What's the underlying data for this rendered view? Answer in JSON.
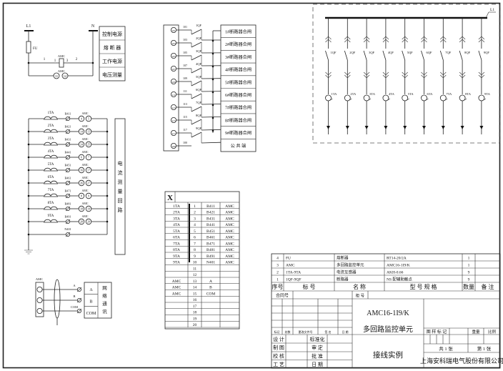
{
  "power": {
    "l1": "L1",
    "n": "N",
    "fu": "FU",
    "amc": "AMC",
    "wire1": "1",
    "wire2": "2",
    "pin1": "1",
    "pin3": "3",
    "t11": "11",
    "t12": "12",
    "labels": [
      "控制电源",
      "熔 断 器",
      "工作电源",
      "电压测量"
    ]
  },
  "relay": {
    "terminals": [
      "101",
      "103",
      "105",
      "107",
      "109",
      "111",
      "113",
      "115",
      "117",
      "100"
    ],
    "switches": [
      "1QF",
      "2QF",
      "3QF",
      "4QF",
      "5QF",
      "6QF",
      "7QF",
      "8QF",
      "9QF"
    ],
    "outputs": [
      "1#断路器合闸",
      "2#断路器合闸",
      "3#断路器合闸",
      "4#断路器合闸",
      "5#断路器合闸",
      "6#断路器合闸",
      "7#断路器合闸",
      "8#断路器合闸",
      "9#断路器合闸",
      "公 共 端"
    ]
  },
  "feeder": {
    "bus": "L1",
    "breakers": [
      "1QF",
      "2QF",
      "3QF",
      "4QF",
      "5QF",
      "6QF",
      "7QF",
      "8QF",
      "9QF"
    ],
    "cts": [
      "1TA",
      "2TA",
      "3TA",
      "4TA",
      "5TA",
      "6TA",
      "7TA",
      "8TA",
      "9TA"
    ]
  },
  "ct_loop": {
    "amc": "AMC",
    "rows": [
      {
        "ct": "1TA",
        "wire": "B411",
        "pins": [
          "4",
          "5"
        ]
      },
      {
        "ct": "2TA",
        "wire": "B421",
        "pins": [
          "14",
          "15"
        ]
      },
      {
        "ct": "3TA",
        "wire": "B431",
        "pins": [
          "24",
          "25"
        ]
      },
      {
        "ct": "4TA",
        "wire": "B441",
        "pins": [
          "6",
          "7"
        ]
      },
      {
        "ct": "5TA",
        "wire": "B451",
        "pins": [
          "16",
          "17"
        ]
      },
      {
        "ct": "6TA",
        "wire": "B461",
        "pins": [
          "26",
          "27"
        ]
      },
      {
        "ct": "7TA",
        "wire": "B471",
        "pins": [
          "8",
          "9"
        ]
      },
      {
        "ct": "8TA",
        "wire": "B481",
        "pins": [
          "18",
          "19"
        ]
      },
      {
        "ct": "9TA",
        "wire": "B491",
        "pins": [
          "28",
          "29"
        ]
      }
    ],
    "neutral": "N401",
    "side_label": [
      "电",
      "流",
      "测",
      "量",
      "回",
      "路"
    ]
  },
  "comm": {
    "amc": "AMC",
    "wires": [
      "A",
      "B",
      "COM"
    ],
    "side_label": [
      "网",
      "络",
      "通",
      "讯"
    ]
  },
  "x_table": {
    "title": "X",
    "rows": [
      [
        "1TA",
        "1",
        "B411",
        "AMC"
      ],
      [
        "2TA",
        "2",
        "B421",
        "AMC"
      ],
      [
        "3TA",
        "3",
        "B431",
        "AMC"
      ],
      [
        "4TA",
        "4",
        "B441",
        "AMC"
      ],
      [
        "5TA",
        "5",
        "B451",
        "AMC"
      ],
      [
        "6TA",
        "6",
        "B461",
        "AMC"
      ],
      [
        "7TA",
        "7",
        "B471",
        "AMC"
      ],
      [
        "8TA",
        "8",
        "B481",
        "AMC"
      ],
      [
        "9TA",
        "9",
        "B491",
        "AMC"
      ],
      [
        "9TA",
        "10",
        "N401",
        "AMC"
      ],
      [
        "",
        "11",
        "",
        ""
      ],
      [
        "",
        "12",
        "",
        ""
      ],
      [
        "AMC",
        "13",
        "A",
        ""
      ],
      [
        "AMC",
        "14",
        "B",
        ""
      ],
      [
        "AMC",
        "15",
        "COM",
        ""
      ],
      [
        "",
        "16",
        "",
        ""
      ],
      [
        "",
        "17",
        "",
        ""
      ],
      [
        "",
        "18",
        "",
        ""
      ],
      [
        "",
        "19",
        "",
        ""
      ],
      [
        "",
        "20",
        "",
        ""
      ]
    ]
  },
  "bom": {
    "rows": [
      [
        "4",
        "FU",
        "熔断器",
        "RT14-20/2A",
        "1",
        ""
      ],
      [
        "3",
        "AMC",
        "多回路监控单元",
        "AMC16-1I9/K",
        "1",
        ""
      ],
      [
        "2",
        "1TA-9TA",
        "电流互感器",
        "AKH-0.66",
        "9",
        ""
      ],
      [
        "1",
        "1QF-9QF",
        "断路器",
        "NS 配辅助触点",
        "9",
        ""
      ]
    ],
    "header": [
      "序号",
      "标    号",
      "名    称",
      "型  号  规  格",
      "数量",
      "备 注"
    ]
  },
  "title_block": {
    "contract_label": "合同号",
    "cabinet_label": "柜 号",
    "model": "AMC16-1I9/K",
    "product": "多回路监控单元",
    "drawing_title": "接线实例",
    "revision_headers": [
      "标记",
      "处数",
      "更改文件号",
      "签 名",
      "日 期"
    ],
    "sign_left": [
      "设 计",
      "制 图",
      "校 核",
      "工 艺"
    ],
    "sign_right": [
      "标准化",
      "审 定",
      "批 准",
      "日 期"
    ],
    "sample_mark": "图 样 标 记",
    "weight": "重量",
    "scale": "比例",
    "sheets_total": "共 1 张",
    "sheet_no": "第 1 张",
    "company": "上海安科瑞电气股份有限公司"
  }
}
